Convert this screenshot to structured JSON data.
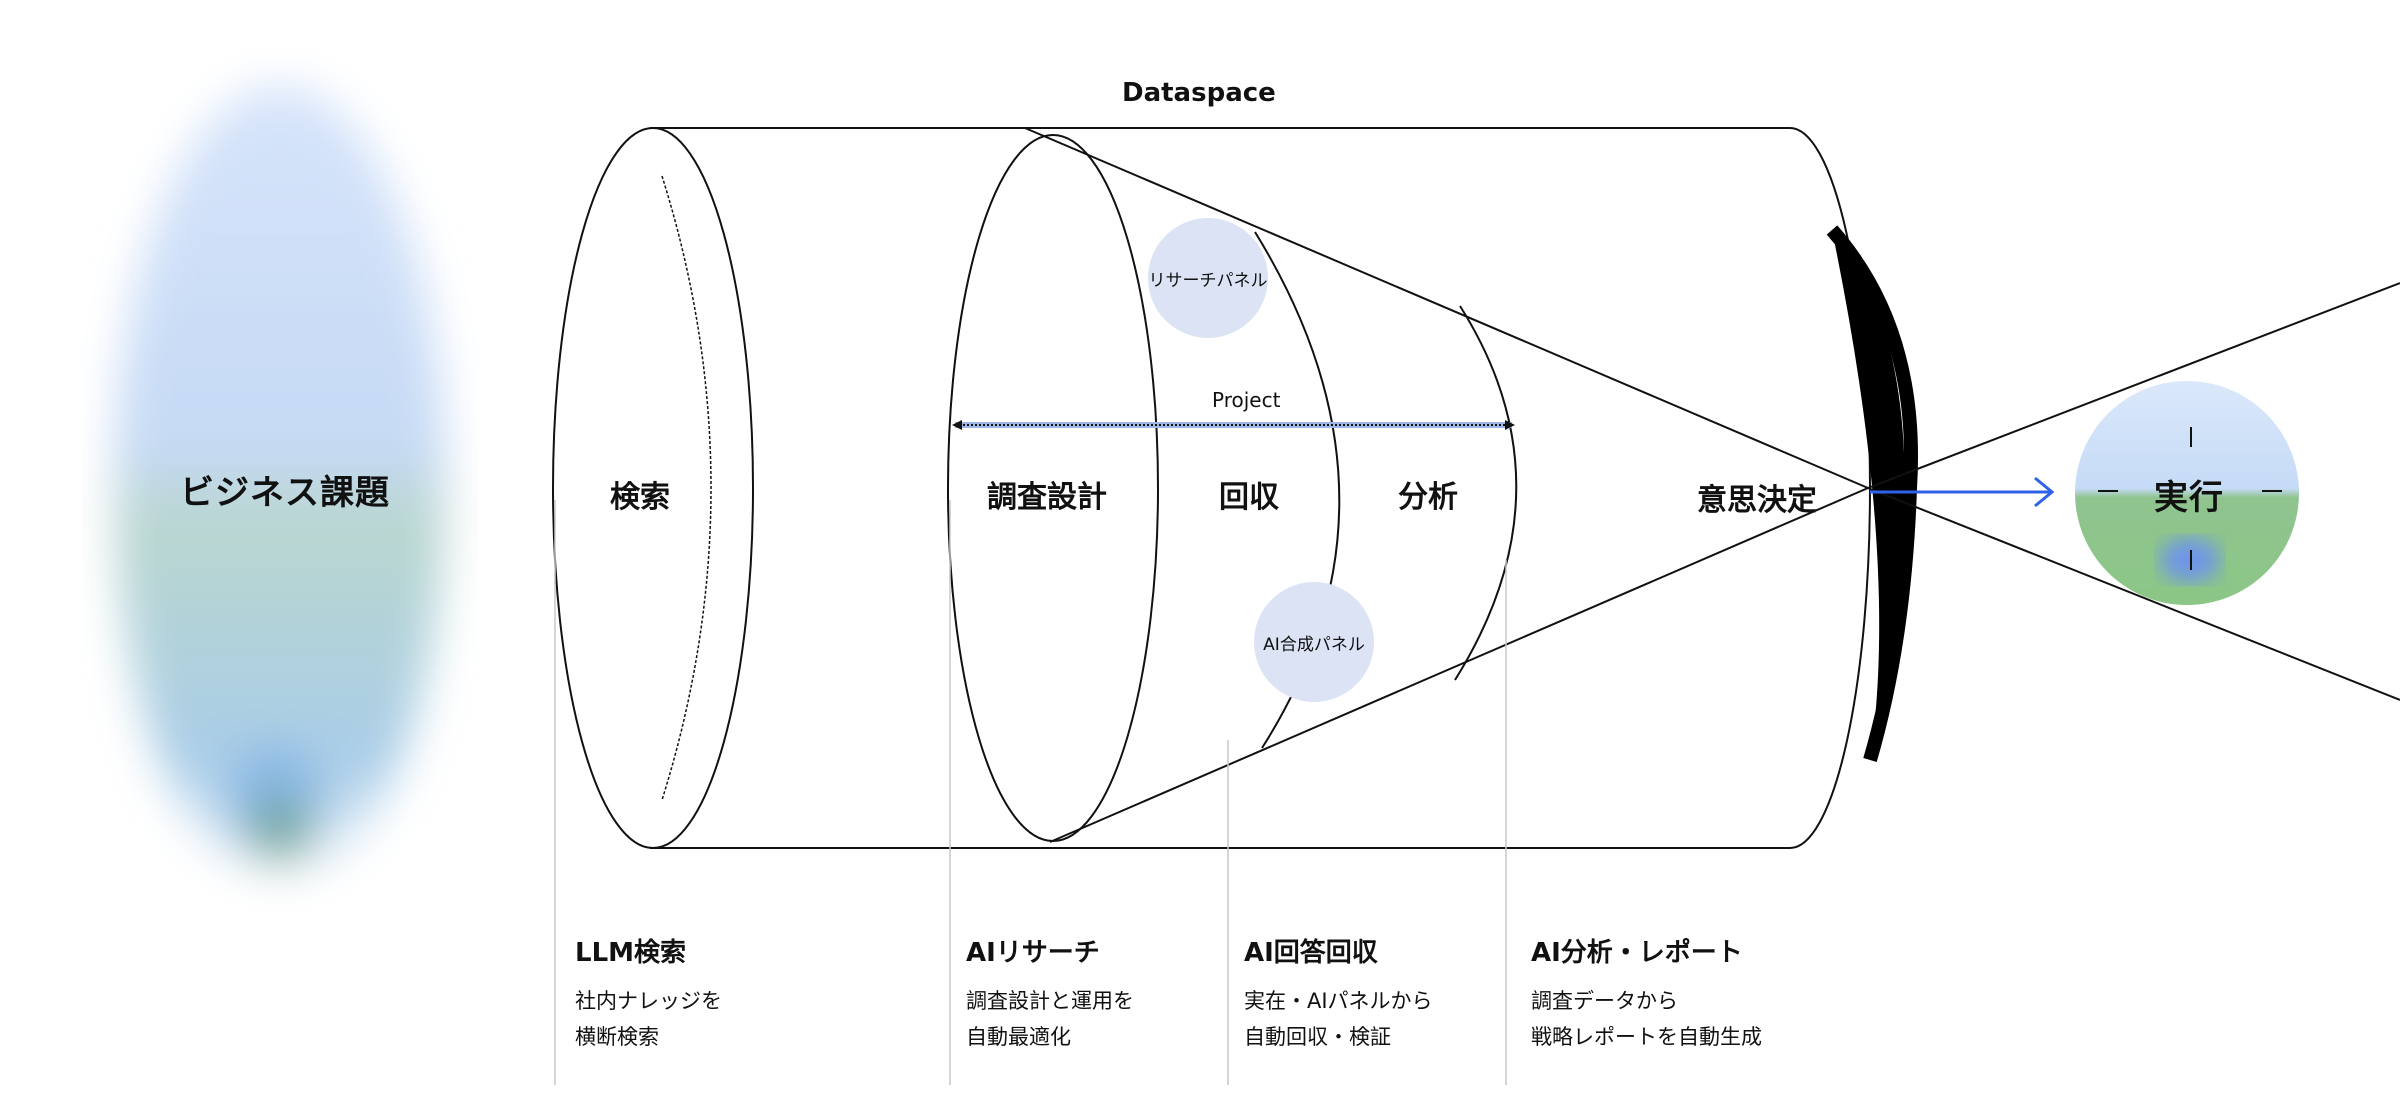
{
  "source": {
    "label": "ビジネス課題"
  },
  "container": {
    "label": "Dataspace"
  },
  "project": {
    "label": "Project"
  },
  "stages": {
    "search": "検索",
    "design": "調査設計",
    "collect": "回収",
    "analysis": "分析",
    "decision": "意思決定",
    "execution": "実行"
  },
  "bubbles": {
    "research_panel": "リサーチパネル",
    "ai_panel": "AI合成パネル"
  },
  "cards": [
    {
      "title": "LLM検索",
      "line1": "社内ナレッジを",
      "line2": "横断検索"
    },
    {
      "title": "AIリサーチ",
      "line1": "調査設計と運用を",
      "line2": "自動最適化"
    },
    {
      "title": "AI回答回収",
      "line1": "実在・AIパネルから",
      "line2": "自動回収・検証"
    },
    {
      "title": "AI分析・レポート",
      "line1": "調査データから",
      "line2": "戦略レポートを自動生成"
    }
  ],
  "colors": {
    "accent": "#2f62e8",
    "bubble": "#dbe3f5",
    "line": "#111111",
    "divider": "#c8c8c8"
  }
}
